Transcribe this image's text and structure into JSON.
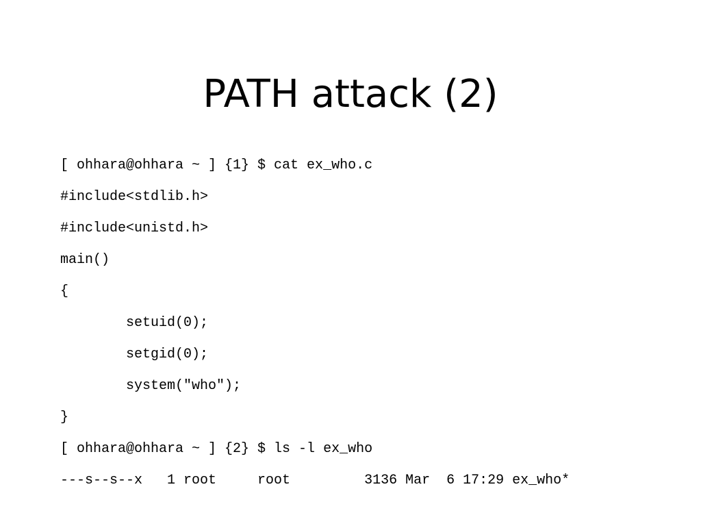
{
  "slide": {
    "title": "PATH attack (2)",
    "lines": [
      "[ ohhara@ohhara ~ ] {1} $ cat ex_who.c",
      "#include<stdlib.h>",
      "#include<unistd.h>",
      "main()",
      "{",
      "        setuid(0);",
      "        setgid(0);",
      "        system(\"who\");",
      "}",
      "[ ohhara@ohhara ~ ] {2} $ ls -l ex_who",
      "---s--s--x   1 root     root         3136 Mar  6 17:29 ex_who*"
    ]
  }
}
